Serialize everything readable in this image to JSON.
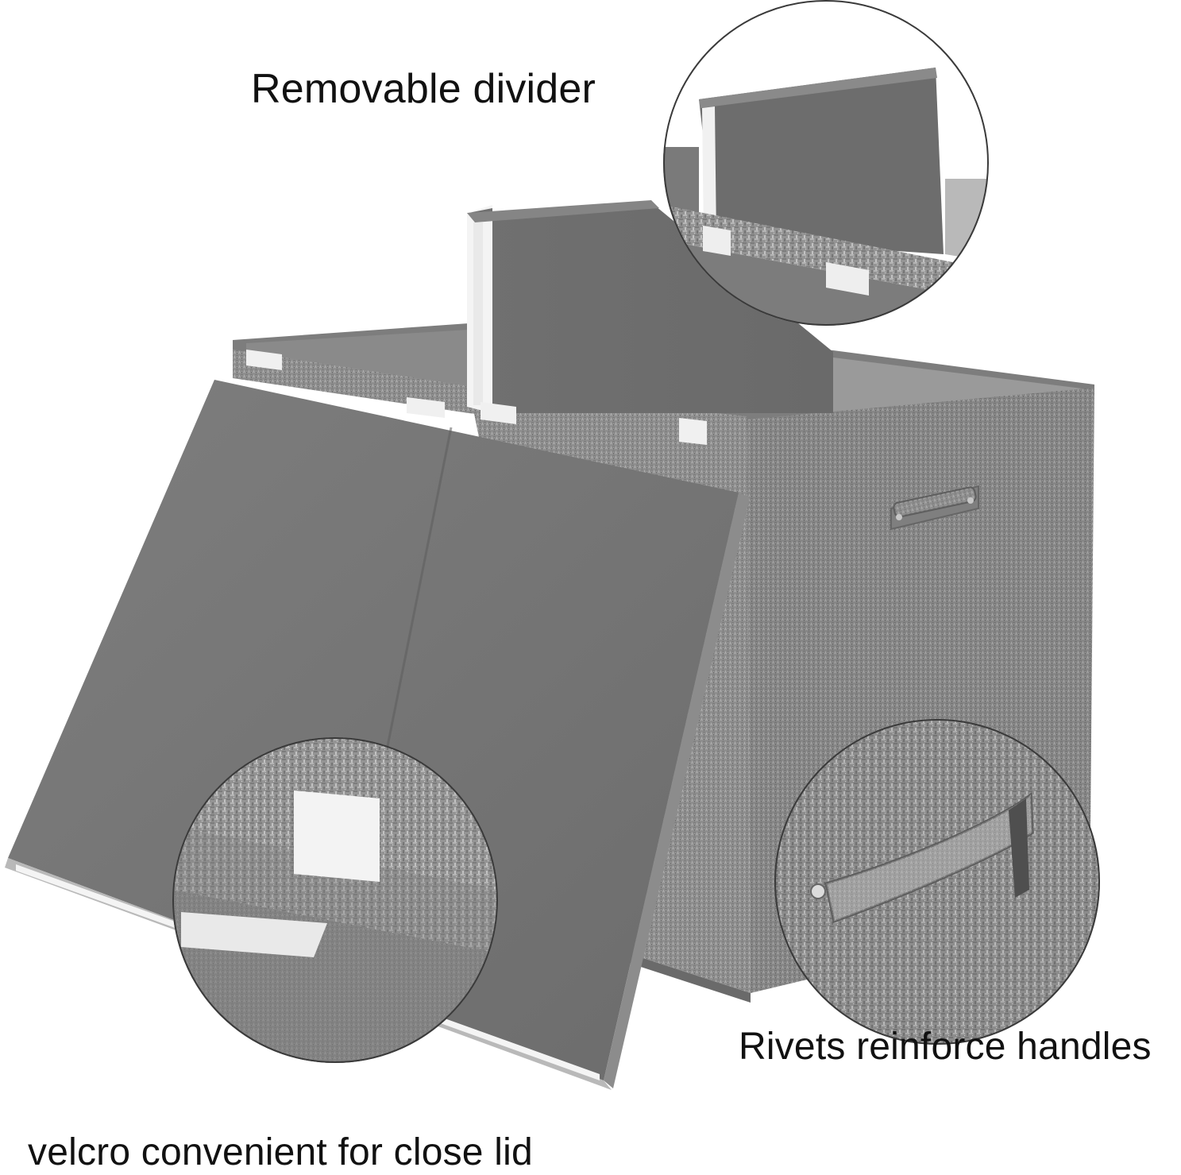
{
  "captions": {
    "divider": "Removable divider",
    "rivets": "Rivets reinforce handles",
    "velcro": "velcro convenient for close lid"
  },
  "colors": {
    "fabric_linen": "#8e8e8e",
    "fabric_dark": "#6f6f6f",
    "panel_solid": "#7b7b7b",
    "panel_dark": "#686868",
    "velcro_white": "#f2f2f2",
    "background": "#ffffff",
    "text": "#111111"
  }
}
